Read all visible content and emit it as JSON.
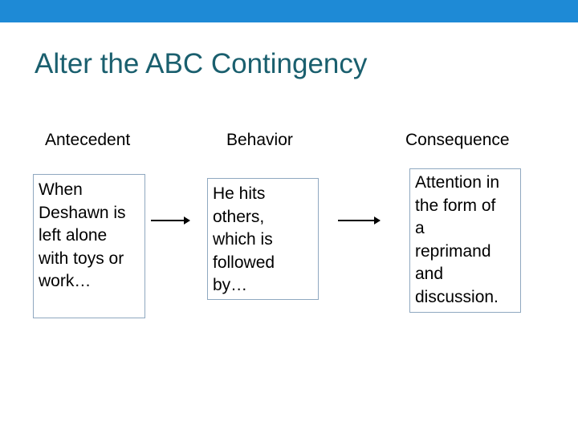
{
  "slide": {
    "title": "Alter the ABC Contingency"
  },
  "diagram": {
    "columns": [
      {
        "heading": "Antecedent",
        "text": "When\nDeshawn is\nleft alone\nwith toys or\nwork…"
      },
      {
        "heading": "Behavior",
        "text": "He hits\nothers,\nwhich is\nfollowed\nby…"
      },
      {
        "heading": "Consequence",
        "text": "Attention in\nthe form of\na\nreprimand\nand\ndiscussion."
      }
    ]
  },
  "colors": {
    "top_bar": "#1e8ad6",
    "title": "#1a5f6e",
    "box_border": "#8fa8c0"
  }
}
